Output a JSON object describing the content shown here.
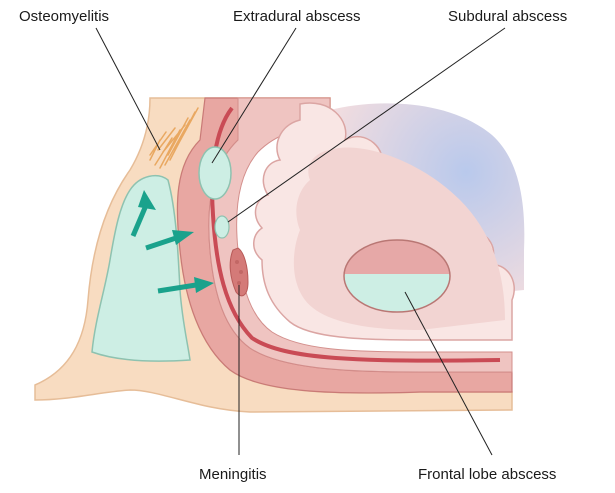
{
  "labels": {
    "osteomyelitis": "Osteomyelitis",
    "extradural": "Extradural abscess",
    "subdural": "Subdural abscess",
    "meningitis": "Meningitis",
    "frontal": "Frontal lobe abscess"
  },
  "colors": {
    "bone": "#f8dcc1",
    "sinus": "#cdeee4",
    "sinus_edge": "#8ec2b0",
    "dura_dark": "#d98585",
    "dura_mid": "#e8a7a2",
    "pia_line": "#c94b55",
    "brain_pink": "#f2d4d2",
    "cortex": "#f9e6e4",
    "cortex_edge": "#dba5a3",
    "background_blue": "#c9d5ee",
    "arrow": "#1aa28c",
    "pus": "#cfeee2",
    "abscess_top": "#e6a8a7",
    "leader": "#222222"
  }
}
